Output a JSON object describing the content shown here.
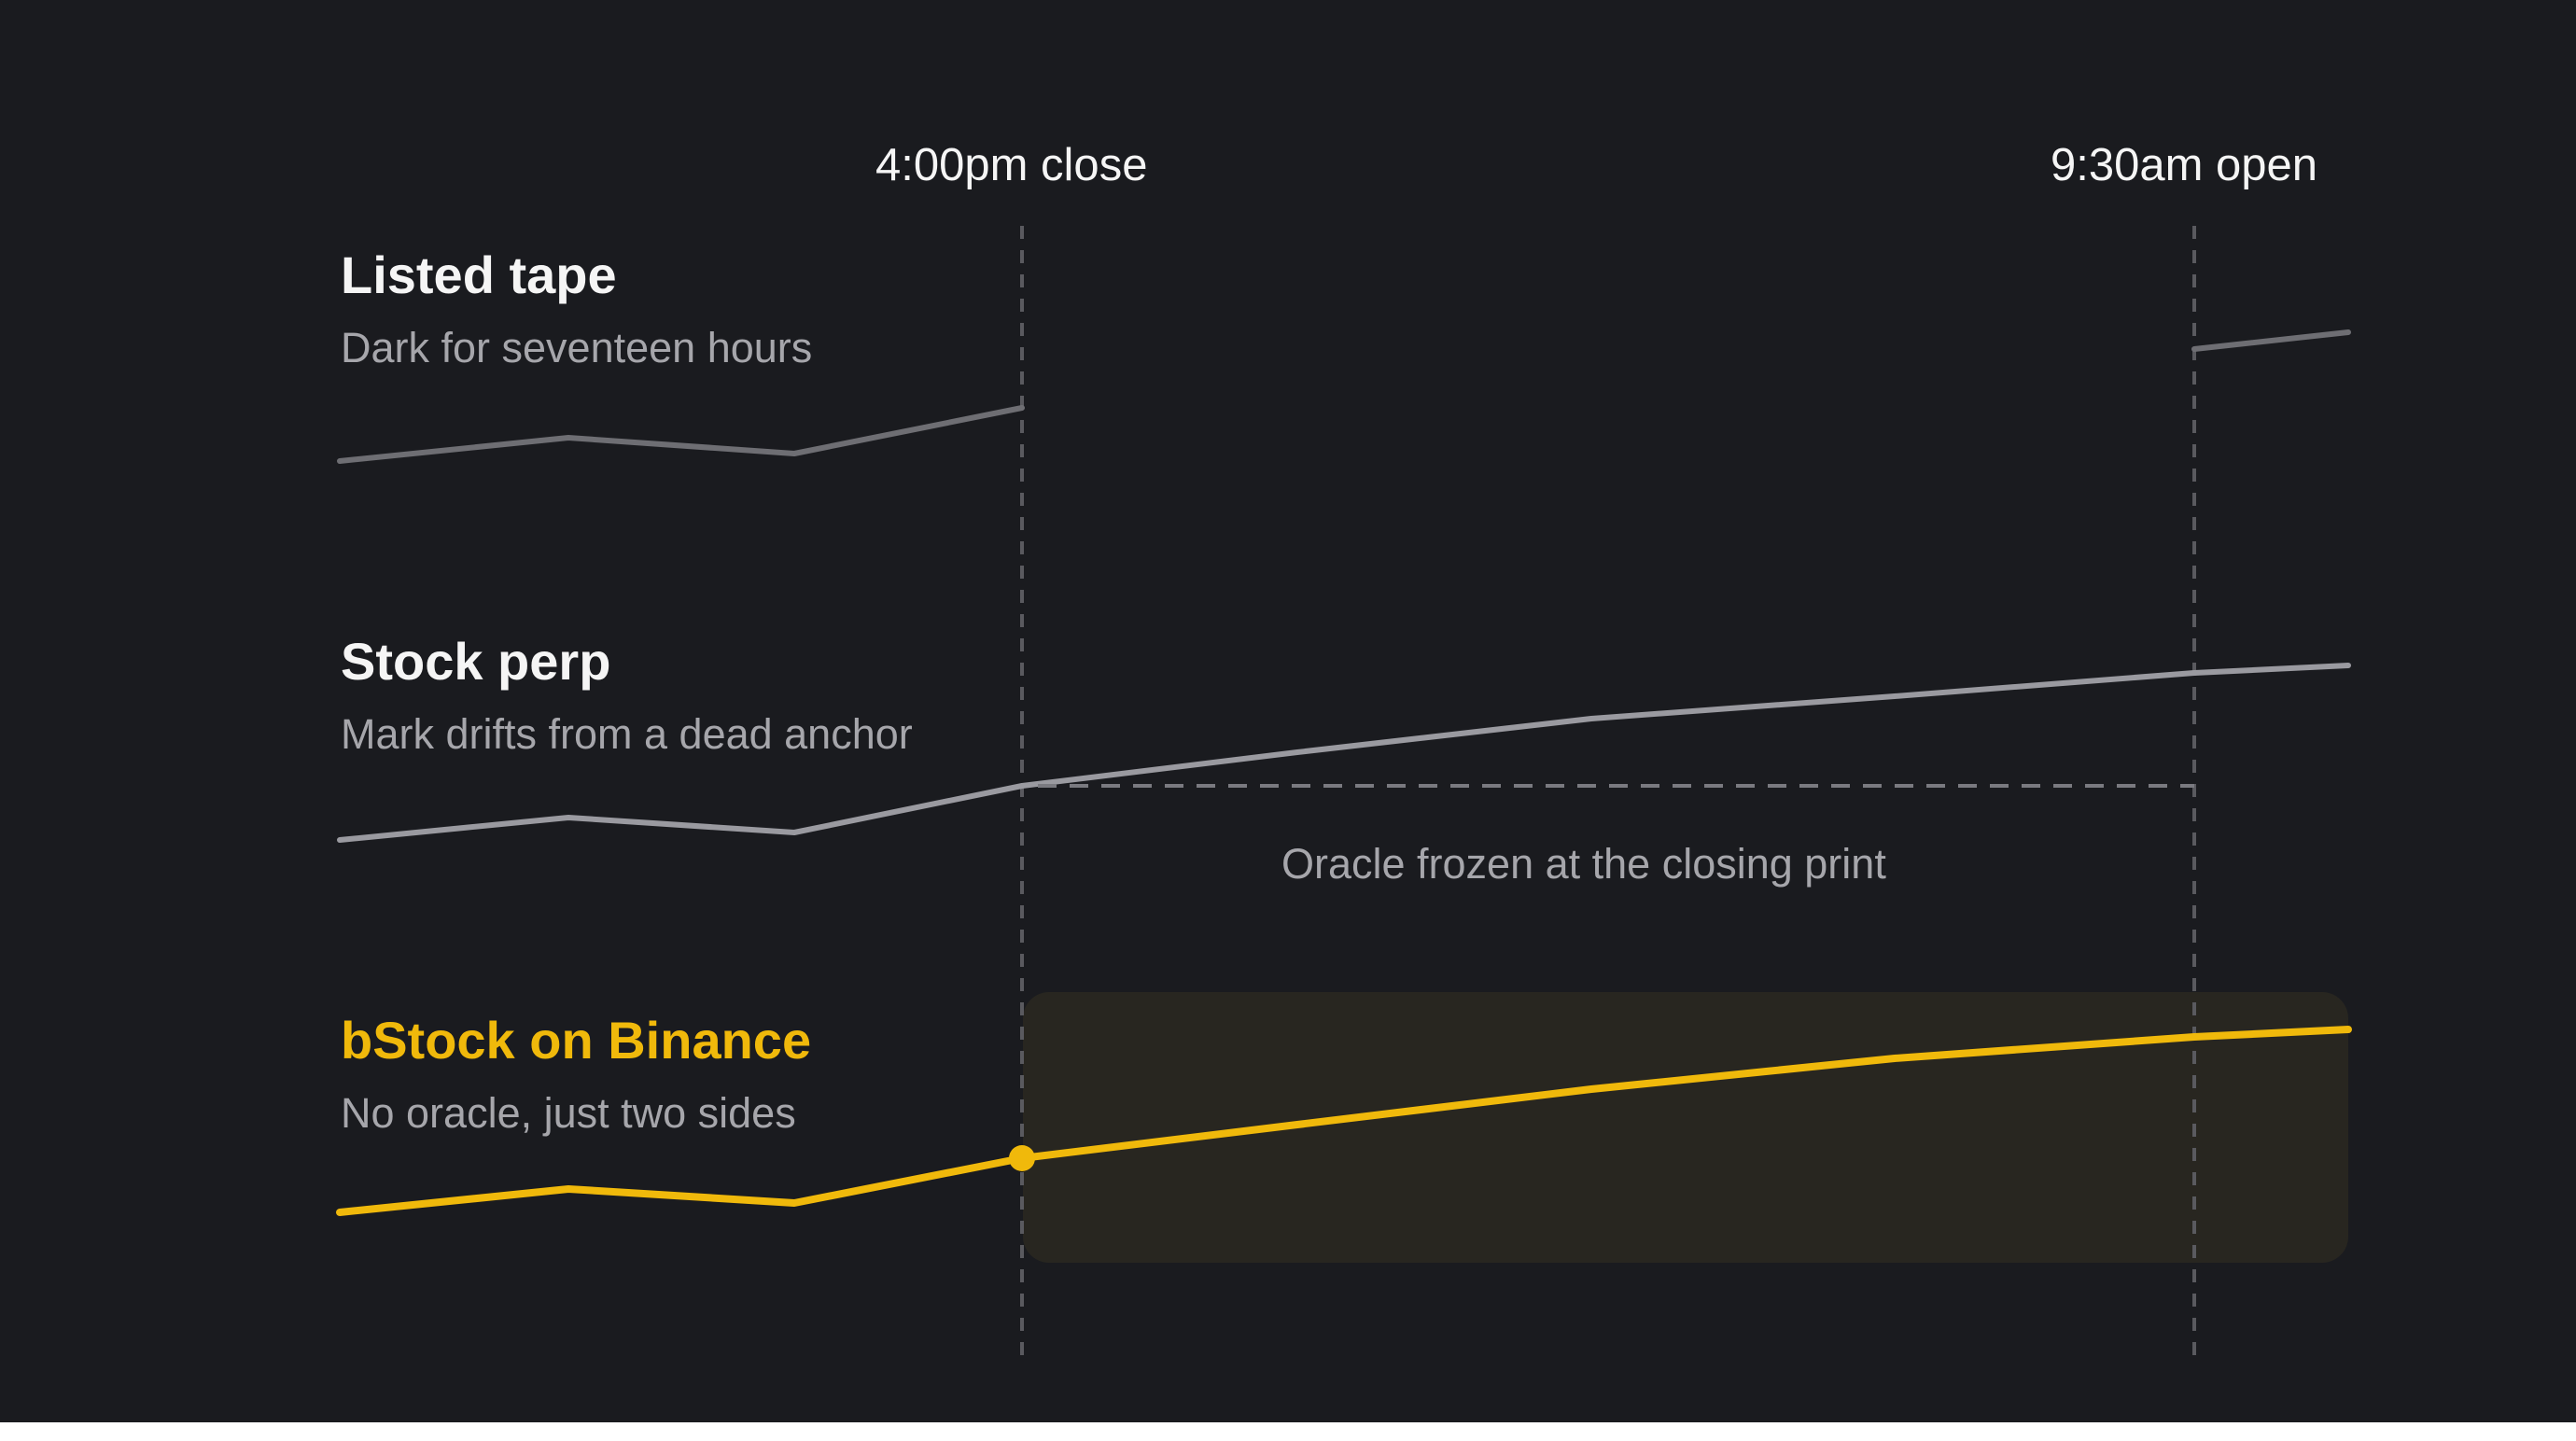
{
  "markers": {
    "close": "4:00pm close",
    "open": "9:30am open"
  },
  "rows": [
    {
      "title": "Listed tape",
      "subtitle": "Dark for seventeen hours"
    },
    {
      "title": "Stock perp",
      "subtitle": "Mark drifts from a dead anchor"
    },
    {
      "title": "bStock on Binance",
      "subtitle": "No oracle, just two sides"
    }
  ],
  "oracle_note": "Oracle frozen at the closing print",
  "colors": {
    "background": "#1a1b1f",
    "listed_line": "#6e6e73",
    "perp_line": "#9a9aa0",
    "bstock_line": "#f0b90b",
    "bstock_shade": "#282620",
    "guide": "#5a5a5f",
    "subtitle_text": "#a6a6ab"
  }
}
